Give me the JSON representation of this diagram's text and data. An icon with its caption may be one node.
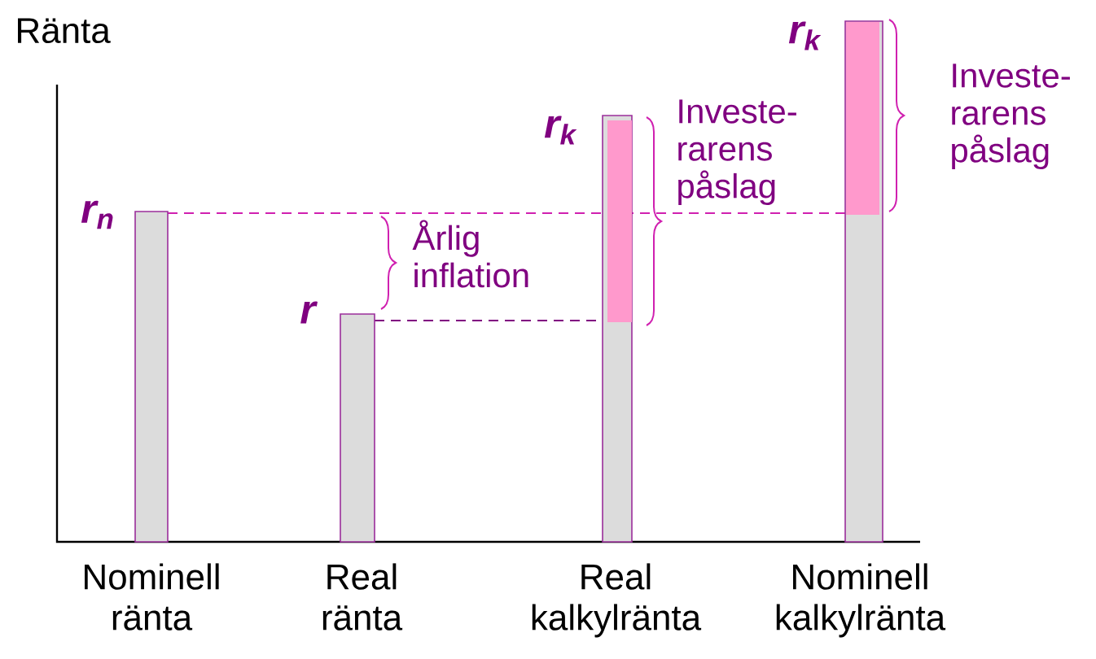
{
  "diagram": {
    "labels": [
      "Ränta",
      "r$_{k}$",
      "Investe- rarens påslag",
      "r$_{k}$",
      "Investe- rarens påslag",
      "r$_{n}$",
      "Årlig inflation",
      "r",
      "Nominell ränta",
      "Real ränta",
      "Real kalkylränta",
      "Nominell kalkylränta"
    ]
  }
}
